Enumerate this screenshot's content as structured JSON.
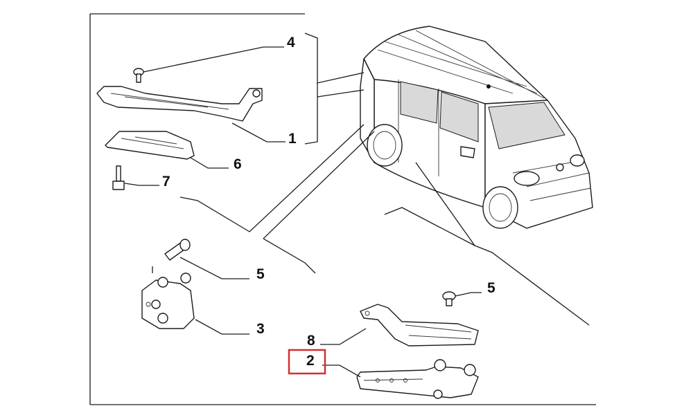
{
  "diagram": {
    "callouts": [
      {
        "id": "4",
        "label": "4"
      },
      {
        "id": "1",
        "label": "1"
      },
      {
        "id": "6",
        "label": "6"
      },
      {
        "id": "7",
        "label": "7"
      },
      {
        "id": "5a",
        "label": "5"
      },
      {
        "id": "3",
        "label": "3"
      },
      {
        "id": "5b",
        "label": "5"
      },
      {
        "id": "8",
        "label": "8"
      },
      {
        "id": "2",
        "label": "2"
      }
    ],
    "highlight_color": "#d32f2f",
    "highlighted_callout": "2"
  }
}
